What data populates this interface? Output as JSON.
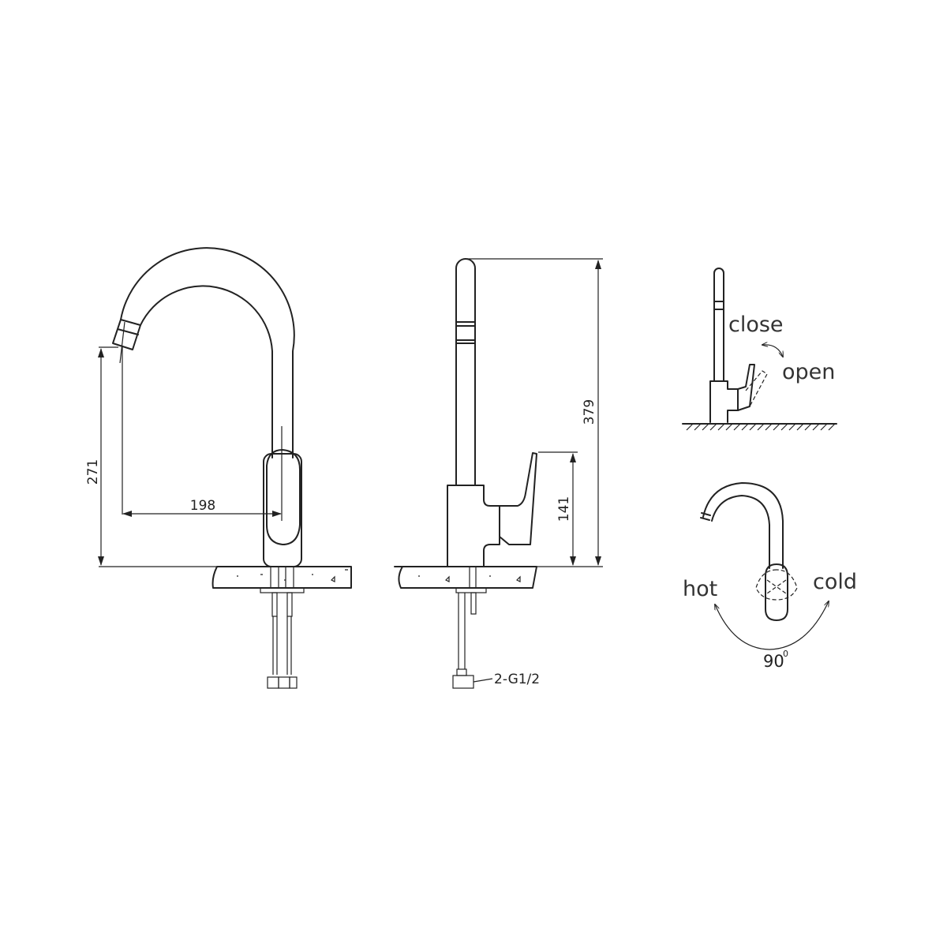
{
  "front_view": {
    "spout_height": "271",
    "spout_reach": "198"
  },
  "side_view": {
    "total_height": "379",
    "lever_height": "141",
    "connection_label": "2-G1/2"
  },
  "operation_open_close": {
    "close_label": "close",
    "open_label": "open"
  },
  "operation_temperature": {
    "hot_label": "hot",
    "cold_label": "cold",
    "rotation_angle": "90",
    "rotation_unit": "0"
  },
  "colors": {
    "line": "#222222",
    "background": "#ffffff"
  }
}
